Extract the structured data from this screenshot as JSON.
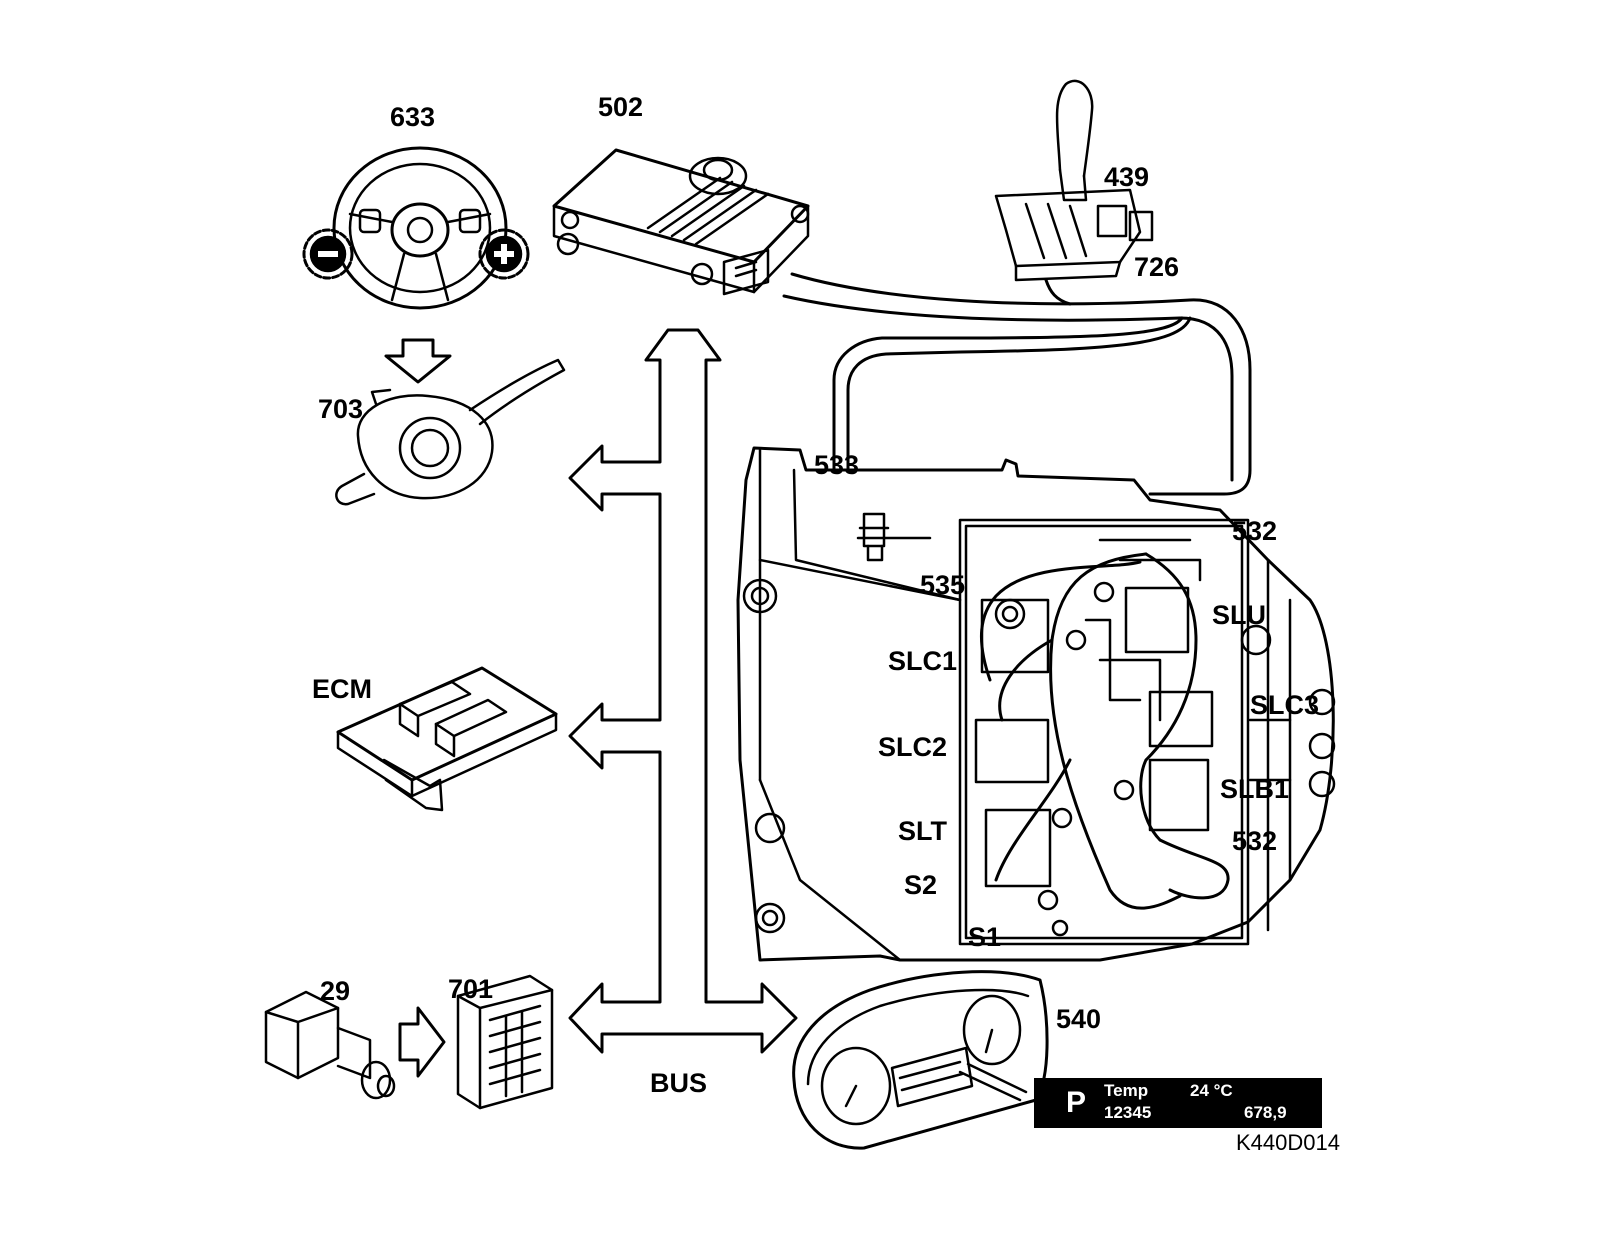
{
  "labels": {
    "steering_wheel": "633",
    "tcm": "502",
    "selector_lever": "439",
    "selector_switch": "726",
    "steering_column_module": "703",
    "sensor_533": "533",
    "harness_532_top": "532",
    "solenoid_535": "535",
    "slu": "SLU",
    "slc1": "SLC1",
    "slc3": "SLC3",
    "slc2": "SLC2",
    "slb1": "SLB1",
    "slt": "SLT",
    "harness_532_bottom": "532",
    "s2": "S2",
    "s1": "S1",
    "ecm": "ECM",
    "brake_switch": "29",
    "fuse_box": "701",
    "instrument_cluster": "540",
    "bus": "BUS",
    "figure_code": "K440D014"
  },
  "display": {
    "gear": "P",
    "temp_label": "Temp",
    "temp_value": "24 °C",
    "odometer": "12345",
    "trip": "678,9"
  }
}
